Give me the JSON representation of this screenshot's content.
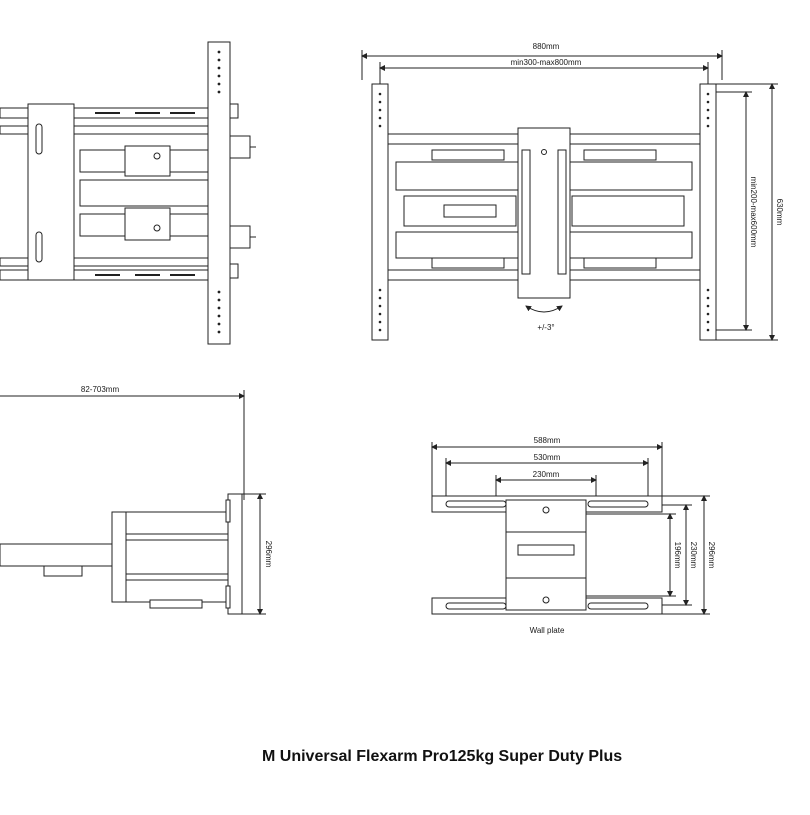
{
  "title": "M Universal Flexarm Pro125kg Super Duty Plus",
  "front_view": {
    "width_total": "880mm",
    "width_range": "min300-max800mm",
    "height_total": "630mm",
    "height_range": "min200-max600mm",
    "tilt": "+/-3°"
  },
  "side_view": {
    "depth_range": "82-703mm",
    "height": "296mm"
  },
  "wall_plate": {
    "caption": "Wall plate",
    "width_outer": "588mm",
    "width_mid": "530mm",
    "width_inner": "230mm",
    "height_outer": "296mm",
    "height_mid": "230mm",
    "height_inner": "196mm"
  },
  "colors": {
    "line": "#222222",
    "fill": "#ffffff"
  }
}
